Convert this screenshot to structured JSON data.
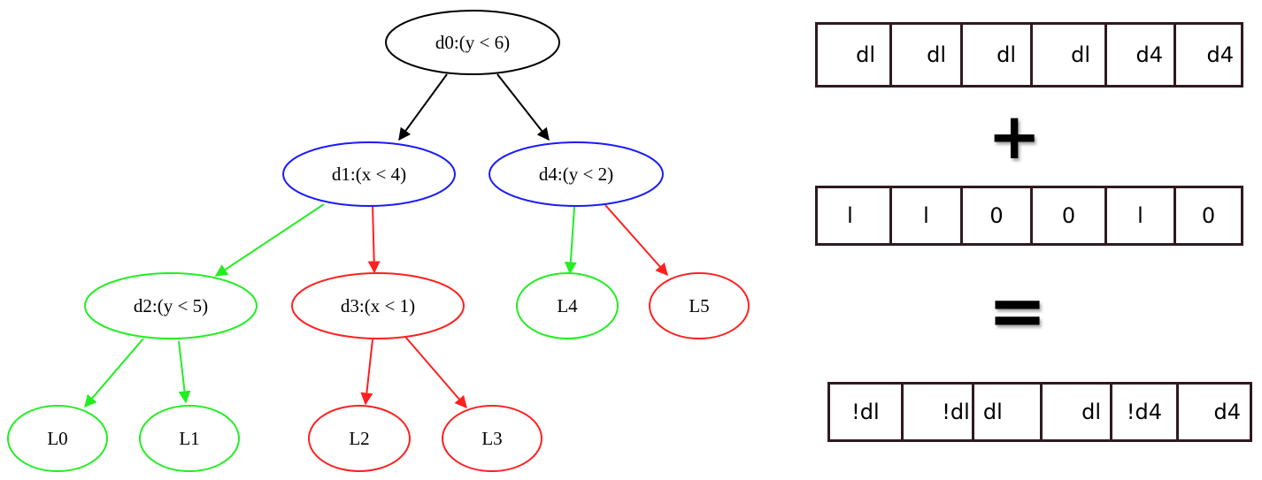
{
  "colors": {
    "black": "#000000",
    "blue": "#1a1aff",
    "green": "#22ee22",
    "red": "#ff2020",
    "cell_border": "#2e1b1f"
  },
  "tree": {
    "nodes": [
      {
        "id": "d0",
        "label": "d0:(y < 6)",
        "color": "black"
      },
      {
        "id": "d1",
        "label": "d1:(x < 4)",
        "color": "blue"
      },
      {
        "id": "d4",
        "label": "d4:(y < 2)",
        "color": "blue"
      },
      {
        "id": "d2",
        "label": "d2:(y < 5)",
        "color": "green"
      },
      {
        "id": "d3",
        "label": "d3:(x < 1)",
        "color": "red"
      },
      {
        "id": "L4",
        "label": "L4",
        "color": "green"
      },
      {
        "id": "L5",
        "label": "L5",
        "color": "red"
      },
      {
        "id": "L0",
        "label": "L0",
        "color": "green"
      },
      {
        "id": "L1",
        "label": "L1",
        "color": "green"
      },
      {
        "id": "L2",
        "label": "L2",
        "color": "red"
      },
      {
        "id": "L3",
        "label": "L3",
        "color": "red"
      }
    ],
    "edges": [
      {
        "from": "d0",
        "to": "d1",
        "color": "black"
      },
      {
        "from": "d0",
        "to": "d4",
        "color": "black"
      },
      {
        "from": "d1",
        "to": "d2",
        "color": "green"
      },
      {
        "from": "d1",
        "to": "d3",
        "color": "red"
      },
      {
        "from": "d4",
        "to": "L4",
        "color": "green"
      },
      {
        "from": "d4",
        "to": "L5",
        "color": "red"
      },
      {
        "from": "d2",
        "to": "L0",
        "color": "green"
      },
      {
        "from": "d2",
        "to": "L1",
        "color": "green"
      },
      {
        "from": "d3",
        "to": "L2",
        "color": "red"
      },
      {
        "from": "d3",
        "to": "L3",
        "color": "red"
      }
    ]
  },
  "arrays": {
    "decisions": [
      "dl",
      "dl",
      "dl",
      "dl",
      "d4",
      "d4"
    ],
    "plus_sign": "+",
    "bits": [
      "l",
      "l",
      "0",
      "0",
      "l",
      "0"
    ],
    "equals_sign": "=",
    "result": [
      "!dl",
      "!dl",
      "dl",
      "dl",
      "!d4",
      "d4"
    ]
  }
}
